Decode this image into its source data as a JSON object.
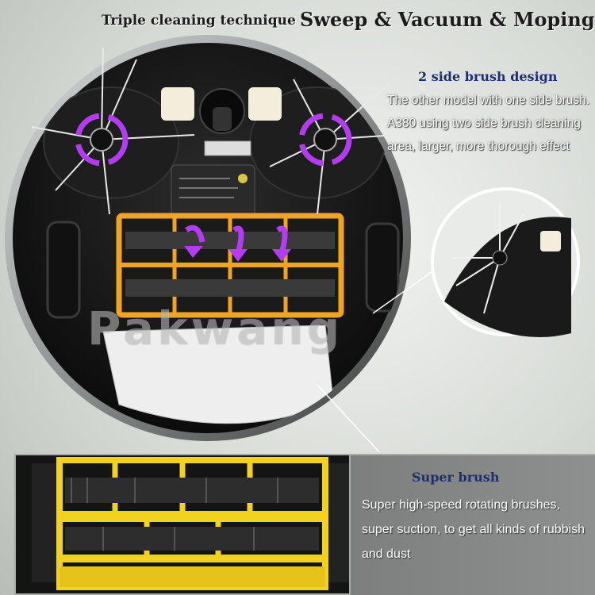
{
  "header": {
    "small_title": "Triple cleaning technique",
    "big_title": "Sweep & Vacuum & Moping"
  },
  "side_brush": {
    "title": "2 side brush design",
    "description": "The other model with one side brush. A380 using two side brush cleaning area, larger, more thorough effect"
  },
  "watermark": "Pakwang",
  "super_brush": {
    "title": "Super brush",
    "description": "Super high-speed rotating brushes, super suction, to get all kinds of rubbish and dust"
  },
  "colors": {
    "arrow": "#b43cf0",
    "frame_orange": "#f0a522",
    "frame_yellow": "#f3d21d",
    "title_blue": "#1e2f6d"
  }
}
